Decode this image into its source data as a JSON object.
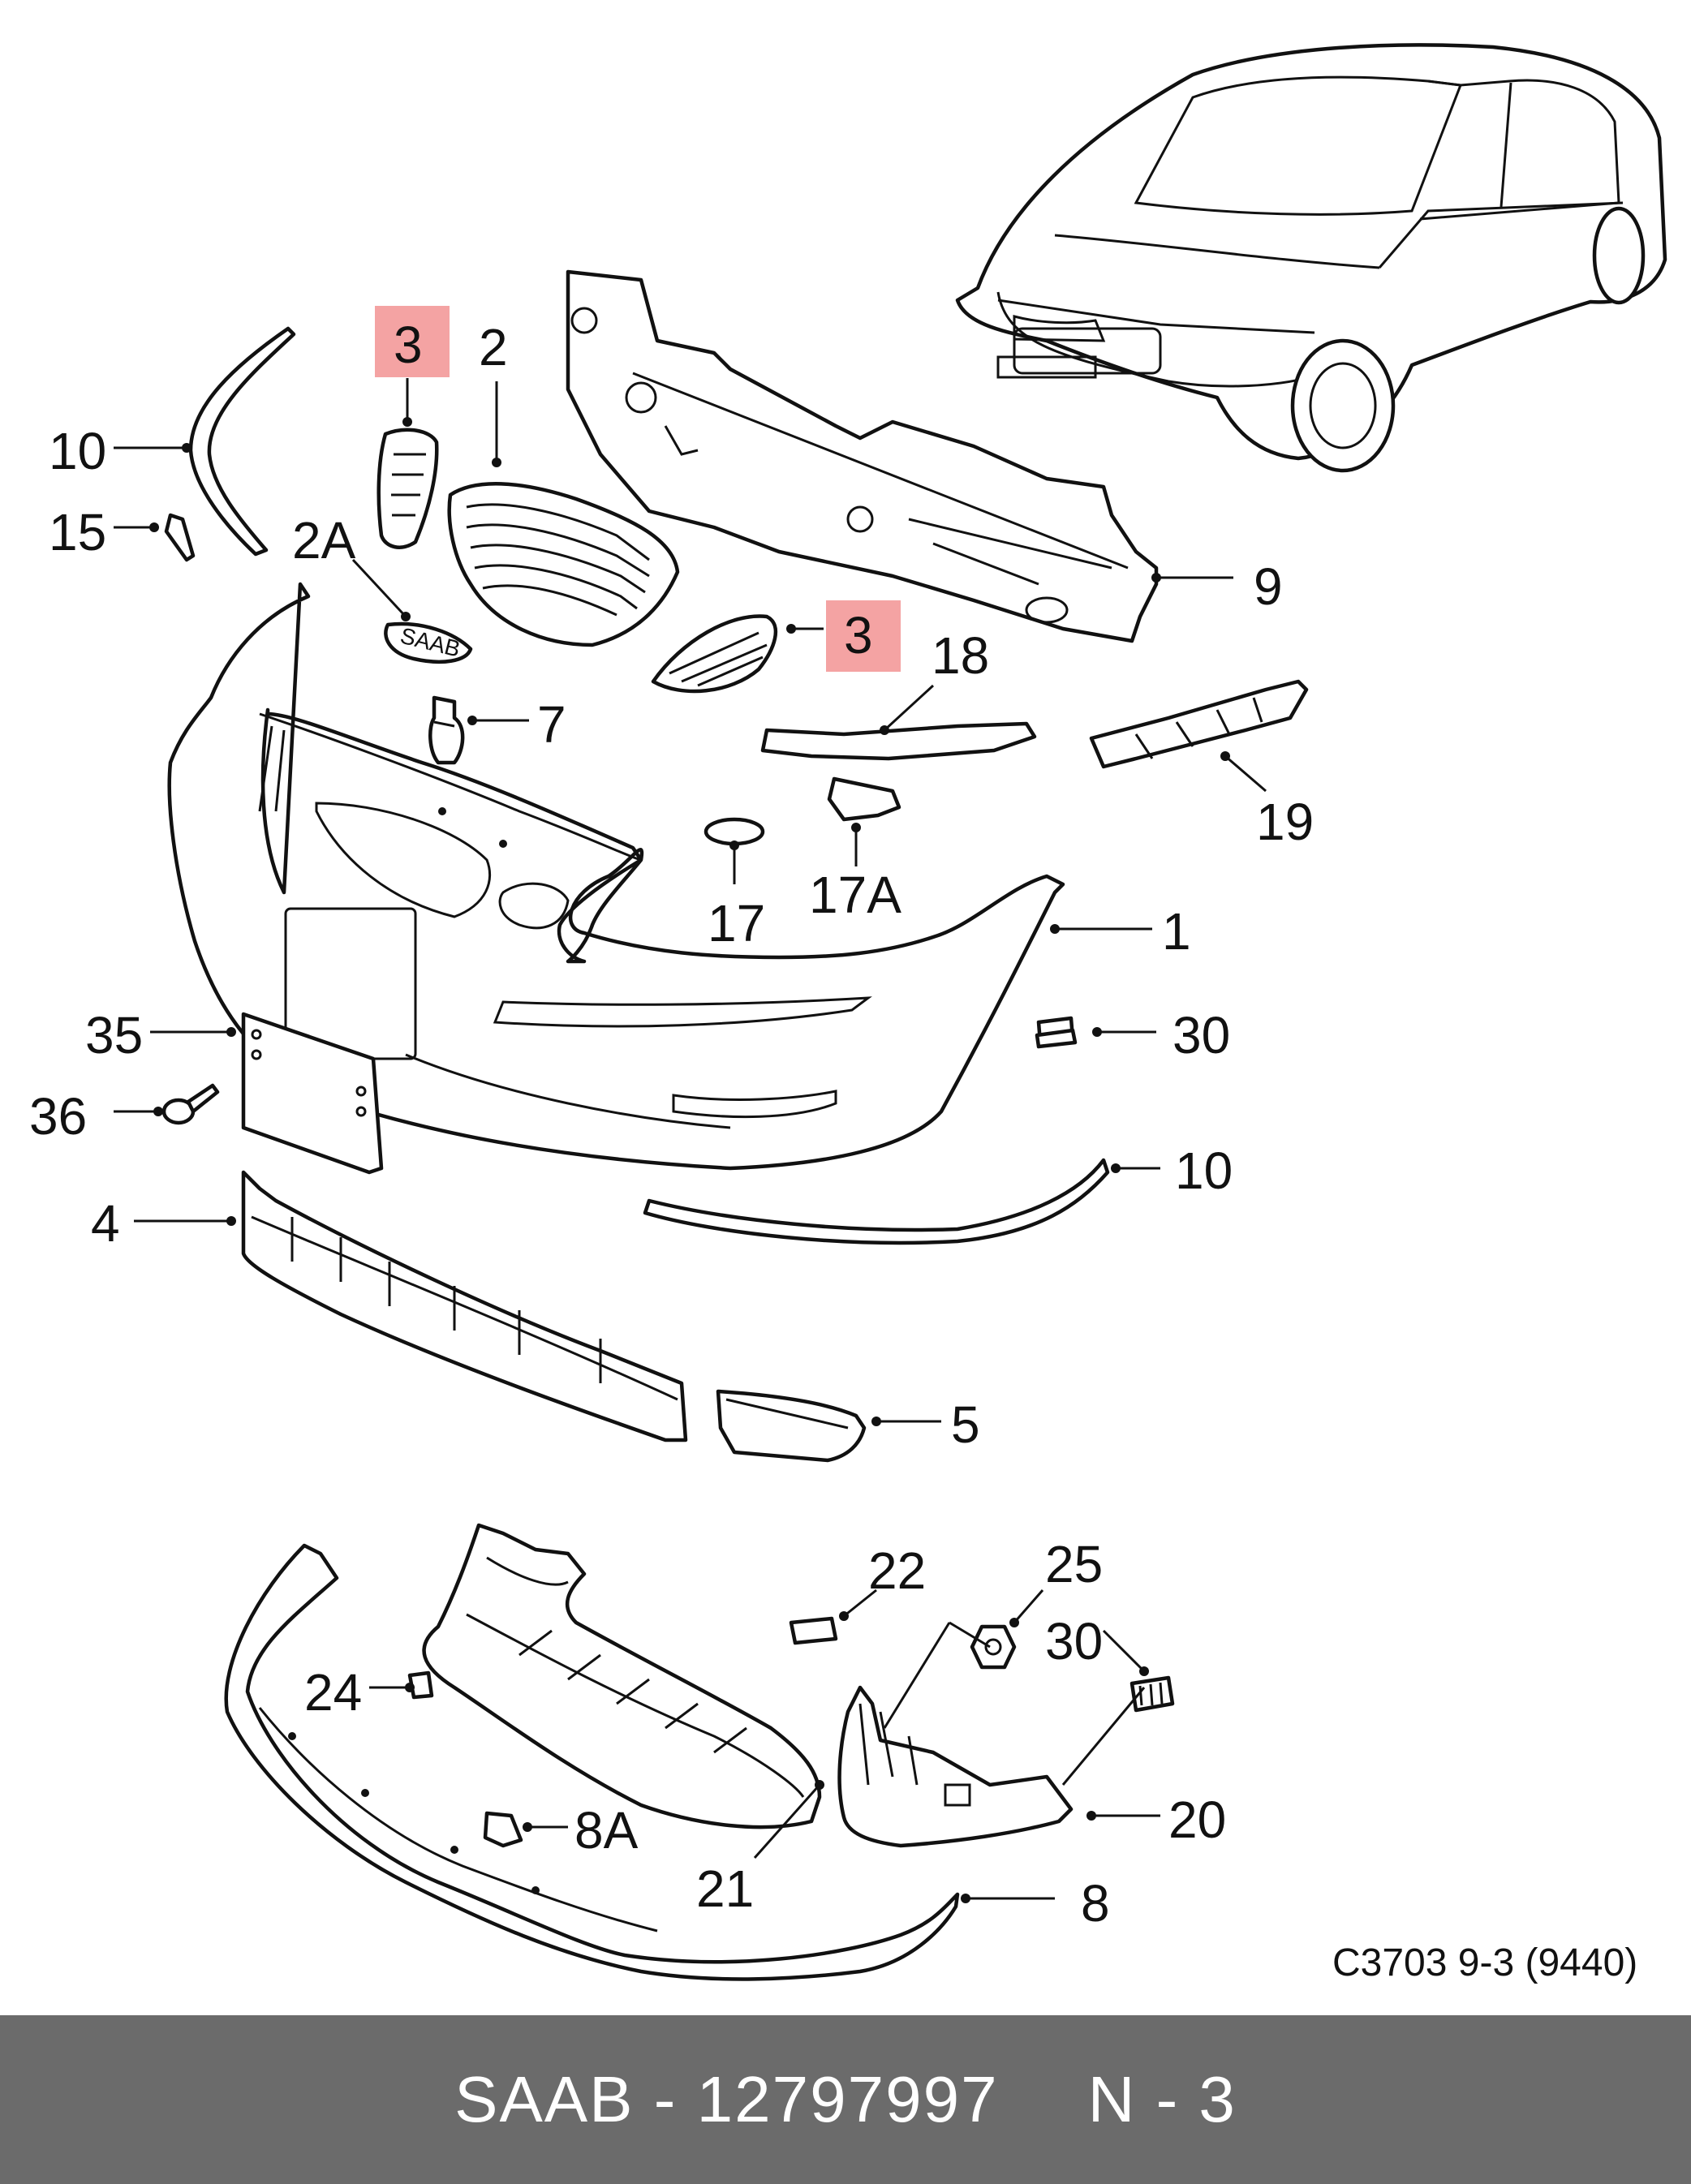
{
  "diagram": {
    "caption": "C3703 9-3 (9440)",
    "callouts": {
      "p3a": "3",
      "p3b": "3",
      "p2": "2",
      "p10a": "10",
      "p15": "15",
      "p2A": "2A",
      "p9": "9",
      "p7": "7",
      "p18": "18",
      "p19": "19",
      "p17": "17",
      "p17A": "17A",
      "p1": "1",
      "p35": "35",
      "p30a": "30",
      "p36": "36",
      "p10b": "10",
      "p4": "4",
      "p5": "5",
      "p22": "22",
      "p25": "25",
      "p30b": "30",
      "p24": "24",
      "p20": "20",
      "p8A": "8A",
      "p21": "21",
      "p8": "8"
    },
    "highlighted": [
      "3"
    ],
    "highlight_color": "#f4a3a3"
  },
  "emblem_text": "SAAB",
  "footer": {
    "brand": "SAAB",
    "separator": "-",
    "part_number": "12797997",
    "position": "N - 3"
  },
  "colors": {
    "footer_bg": "#6b6b6b",
    "footer_text": "#ffffff",
    "line": "#111111"
  }
}
